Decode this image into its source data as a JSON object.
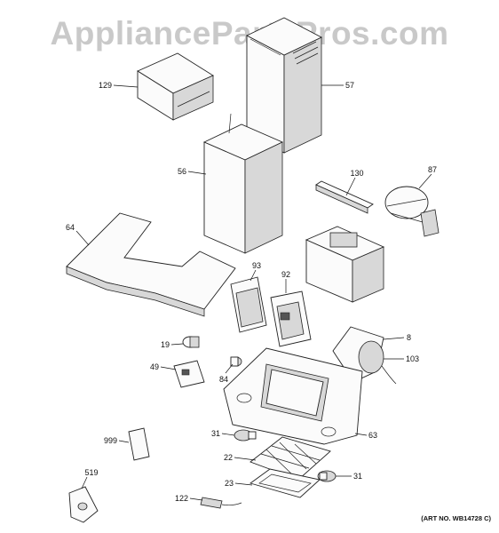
{
  "watermark": "AppliancePartsPros.com",
  "art_number": "(ART NO. WB14728 C)",
  "callouts": {
    "p129": "129",
    "p57": "57",
    "p56": "56",
    "p130": "130",
    "p87": "87",
    "p64": "64",
    "p93": "93",
    "p92": "92",
    "p19": "19",
    "p8": "8",
    "p49": "49",
    "p84": "84",
    "p103": "103",
    "p999": "999",
    "p31a": "31",
    "p63": "63",
    "p22": "22",
    "p31b": "31",
    "p23": "23",
    "p519": "519",
    "p122": "122"
  }
}
